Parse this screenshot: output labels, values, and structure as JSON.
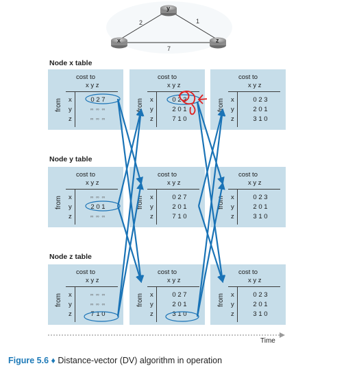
{
  "topology": {
    "nodes": [
      {
        "id": "x",
        "label": "x"
      },
      {
        "id": "y",
        "label": "y"
      },
      {
        "id": "z",
        "label": "z"
      }
    ],
    "links": [
      {
        "from": "x",
        "to": "y",
        "cost": "2"
      },
      {
        "from": "y",
        "to": "z",
        "cost": "1"
      },
      {
        "from": "x",
        "to": "z",
        "cost": "7"
      }
    ]
  },
  "sections": [
    {
      "label": "Node x table",
      "tables": [
        {
          "cost_label": "cost to",
          "headers": "x y z",
          "from_label": "from",
          "row_labels": [
            "x",
            "y",
            "z"
          ],
          "rows": [
            "0 2 7",
            "∞ ∞ ∞",
            "∞ ∞ ∞"
          ],
          "inf_rows": [
            false,
            true,
            true
          ]
        },
        {
          "cost_label": "cost to",
          "headers": "x y z",
          "from_label": "from",
          "row_labels": [
            "x",
            "y",
            "z"
          ],
          "rows": [
            "0 2 3",
            "2 0 1",
            "7 1 0"
          ],
          "inf_rows": [
            false,
            false,
            false
          ]
        },
        {
          "cost_label": "cost to",
          "headers": "x y z",
          "from_label": "from",
          "row_labels": [
            "x",
            "y",
            "z"
          ],
          "rows": [
            "0 2 3",
            "2 0 1",
            "3 1 0"
          ],
          "inf_rows": [
            false,
            false,
            false
          ]
        }
      ]
    },
    {
      "label": "Node y table",
      "tables": [
        {
          "cost_label": "cost to",
          "headers": "x y z",
          "from_label": "from",
          "row_labels": [
            "x",
            "y",
            "z"
          ],
          "rows": [
            "∞ ∞ ∞",
            "2 0 1",
            "∞ ∞ ∞"
          ],
          "inf_rows": [
            true,
            false,
            true
          ]
        },
        {
          "cost_label": "cost to",
          "headers": "x y z",
          "from_label": "from",
          "row_labels": [
            "x",
            "y",
            "z"
          ],
          "rows": [
            "0 2 7",
            "2 0 1",
            "7 1 0"
          ],
          "inf_rows": [
            false,
            false,
            false
          ]
        },
        {
          "cost_label": "cost to",
          "headers": "x y z",
          "from_label": "from",
          "row_labels": [
            "x",
            "y",
            "z"
          ],
          "rows": [
            "0 2 3",
            "2 0 1",
            "3 1 0"
          ],
          "inf_rows": [
            false,
            false,
            false
          ]
        }
      ]
    },
    {
      "label": "Node z table",
      "tables": [
        {
          "cost_label": "cost to",
          "headers": "x y z",
          "from_label": "from",
          "row_labels": [
            "x",
            "y",
            "z"
          ],
          "rows": [
            "∞ ∞ ∞",
            "∞ ∞ ∞",
            "7 1 0"
          ],
          "inf_rows": [
            true,
            true,
            false
          ]
        },
        {
          "cost_label": "cost to",
          "headers": "x y z",
          "from_label": "from",
          "row_labels": [
            "x",
            "y",
            "z"
          ],
          "rows": [
            "0 2 7",
            "2 0 1",
            "3 1 0"
          ],
          "inf_rows": [
            false,
            false,
            false
          ]
        },
        {
          "cost_label": "cost to",
          "headers": "x y z",
          "from_label": "from",
          "row_labels": [
            "x",
            "y",
            "z"
          ],
          "rows": [
            "0 2 3",
            "2 0 1",
            "3 1 0"
          ],
          "inf_rows": [
            false,
            false,
            false
          ]
        }
      ]
    }
  ],
  "time_label": "Time",
  "caption": {
    "figure": "Figure 5.6",
    "separator": "♦",
    "text": "Distance-vector (DV) algorithm in operation"
  },
  "colors": {
    "panel": "#c6dde9",
    "arrow": "#1a73b6",
    "annotation": "#e02020",
    "caption_accent": "#1e7ab8"
  }
}
